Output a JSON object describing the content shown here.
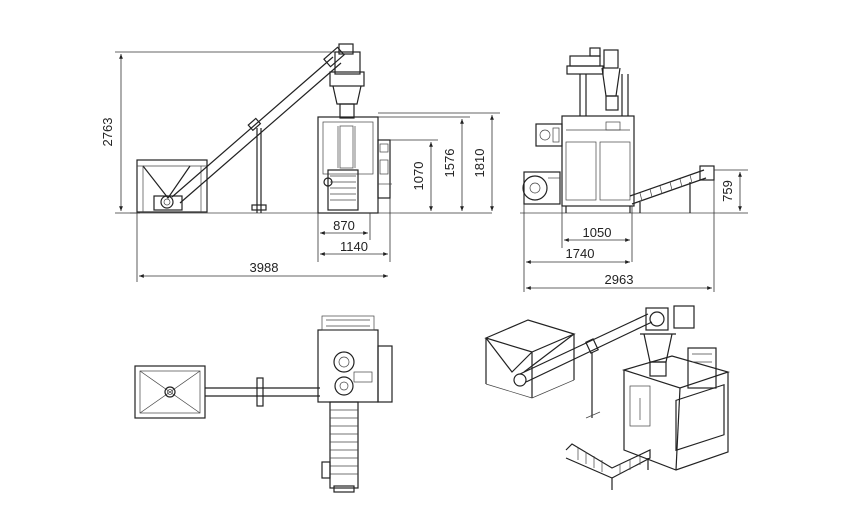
{
  "dimensions": {
    "height_total": "2763",
    "height_1810": "1810",
    "height_1576": "1576",
    "height_1070": "1070",
    "width_870": "870",
    "width_1140": "1140",
    "length_total": "3988",
    "width_1050": "1050",
    "width_1740": "1740",
    "length_side": "2963",
    "height_759": "759"
  }
}
